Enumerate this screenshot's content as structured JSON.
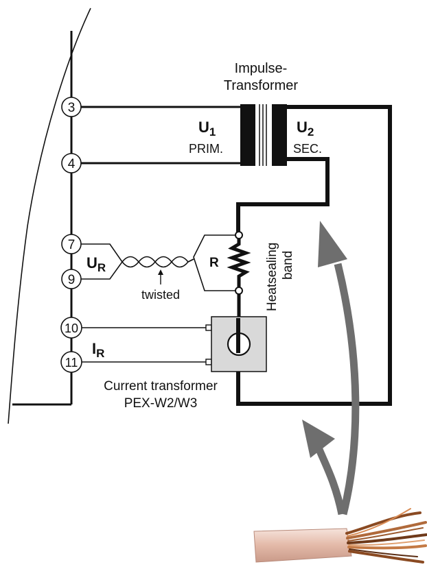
{
  "transformer": {
    "title_line1": "Impulse-",
    "title_line2": "Transformer"
  },
  "primary": {
    "voltage_main": "U",
    "voltage_sub": "1",
    "label": "PRIM."
  },
  "secondary": {
    "voltage_main": "U",
    "voltage_sub": "2",
    "label": "SEC."
  },
  "terminals": [
    "3",
    "4",
    "7",
    "9",
    "10",
    "11"
  ],
  "resistor": {
    "label": "R"
  },
  "voltage_r": {
    "main": "U",
    "sub": "R"
  },
  "current_r": {
    "main": "I",
    "sub": "R"
  },
  "twisted_label": "twisted",
  "heatsealing": {
    "line1": "Heatsealing",
    "line2": "band"
  },
  "current_transformer": {
    "line1": "Current transformer",
    "line2": "PEX-W2/W3"
  },
  "colors": {
    "wire": "#111111",
    "arrow": "#6e6e6e",
    "ct_fill": "#d9d9d9",
    "cable_sheath": "#e8c9bd",
    "cable_copper": "#b06a3b"
  }
}
